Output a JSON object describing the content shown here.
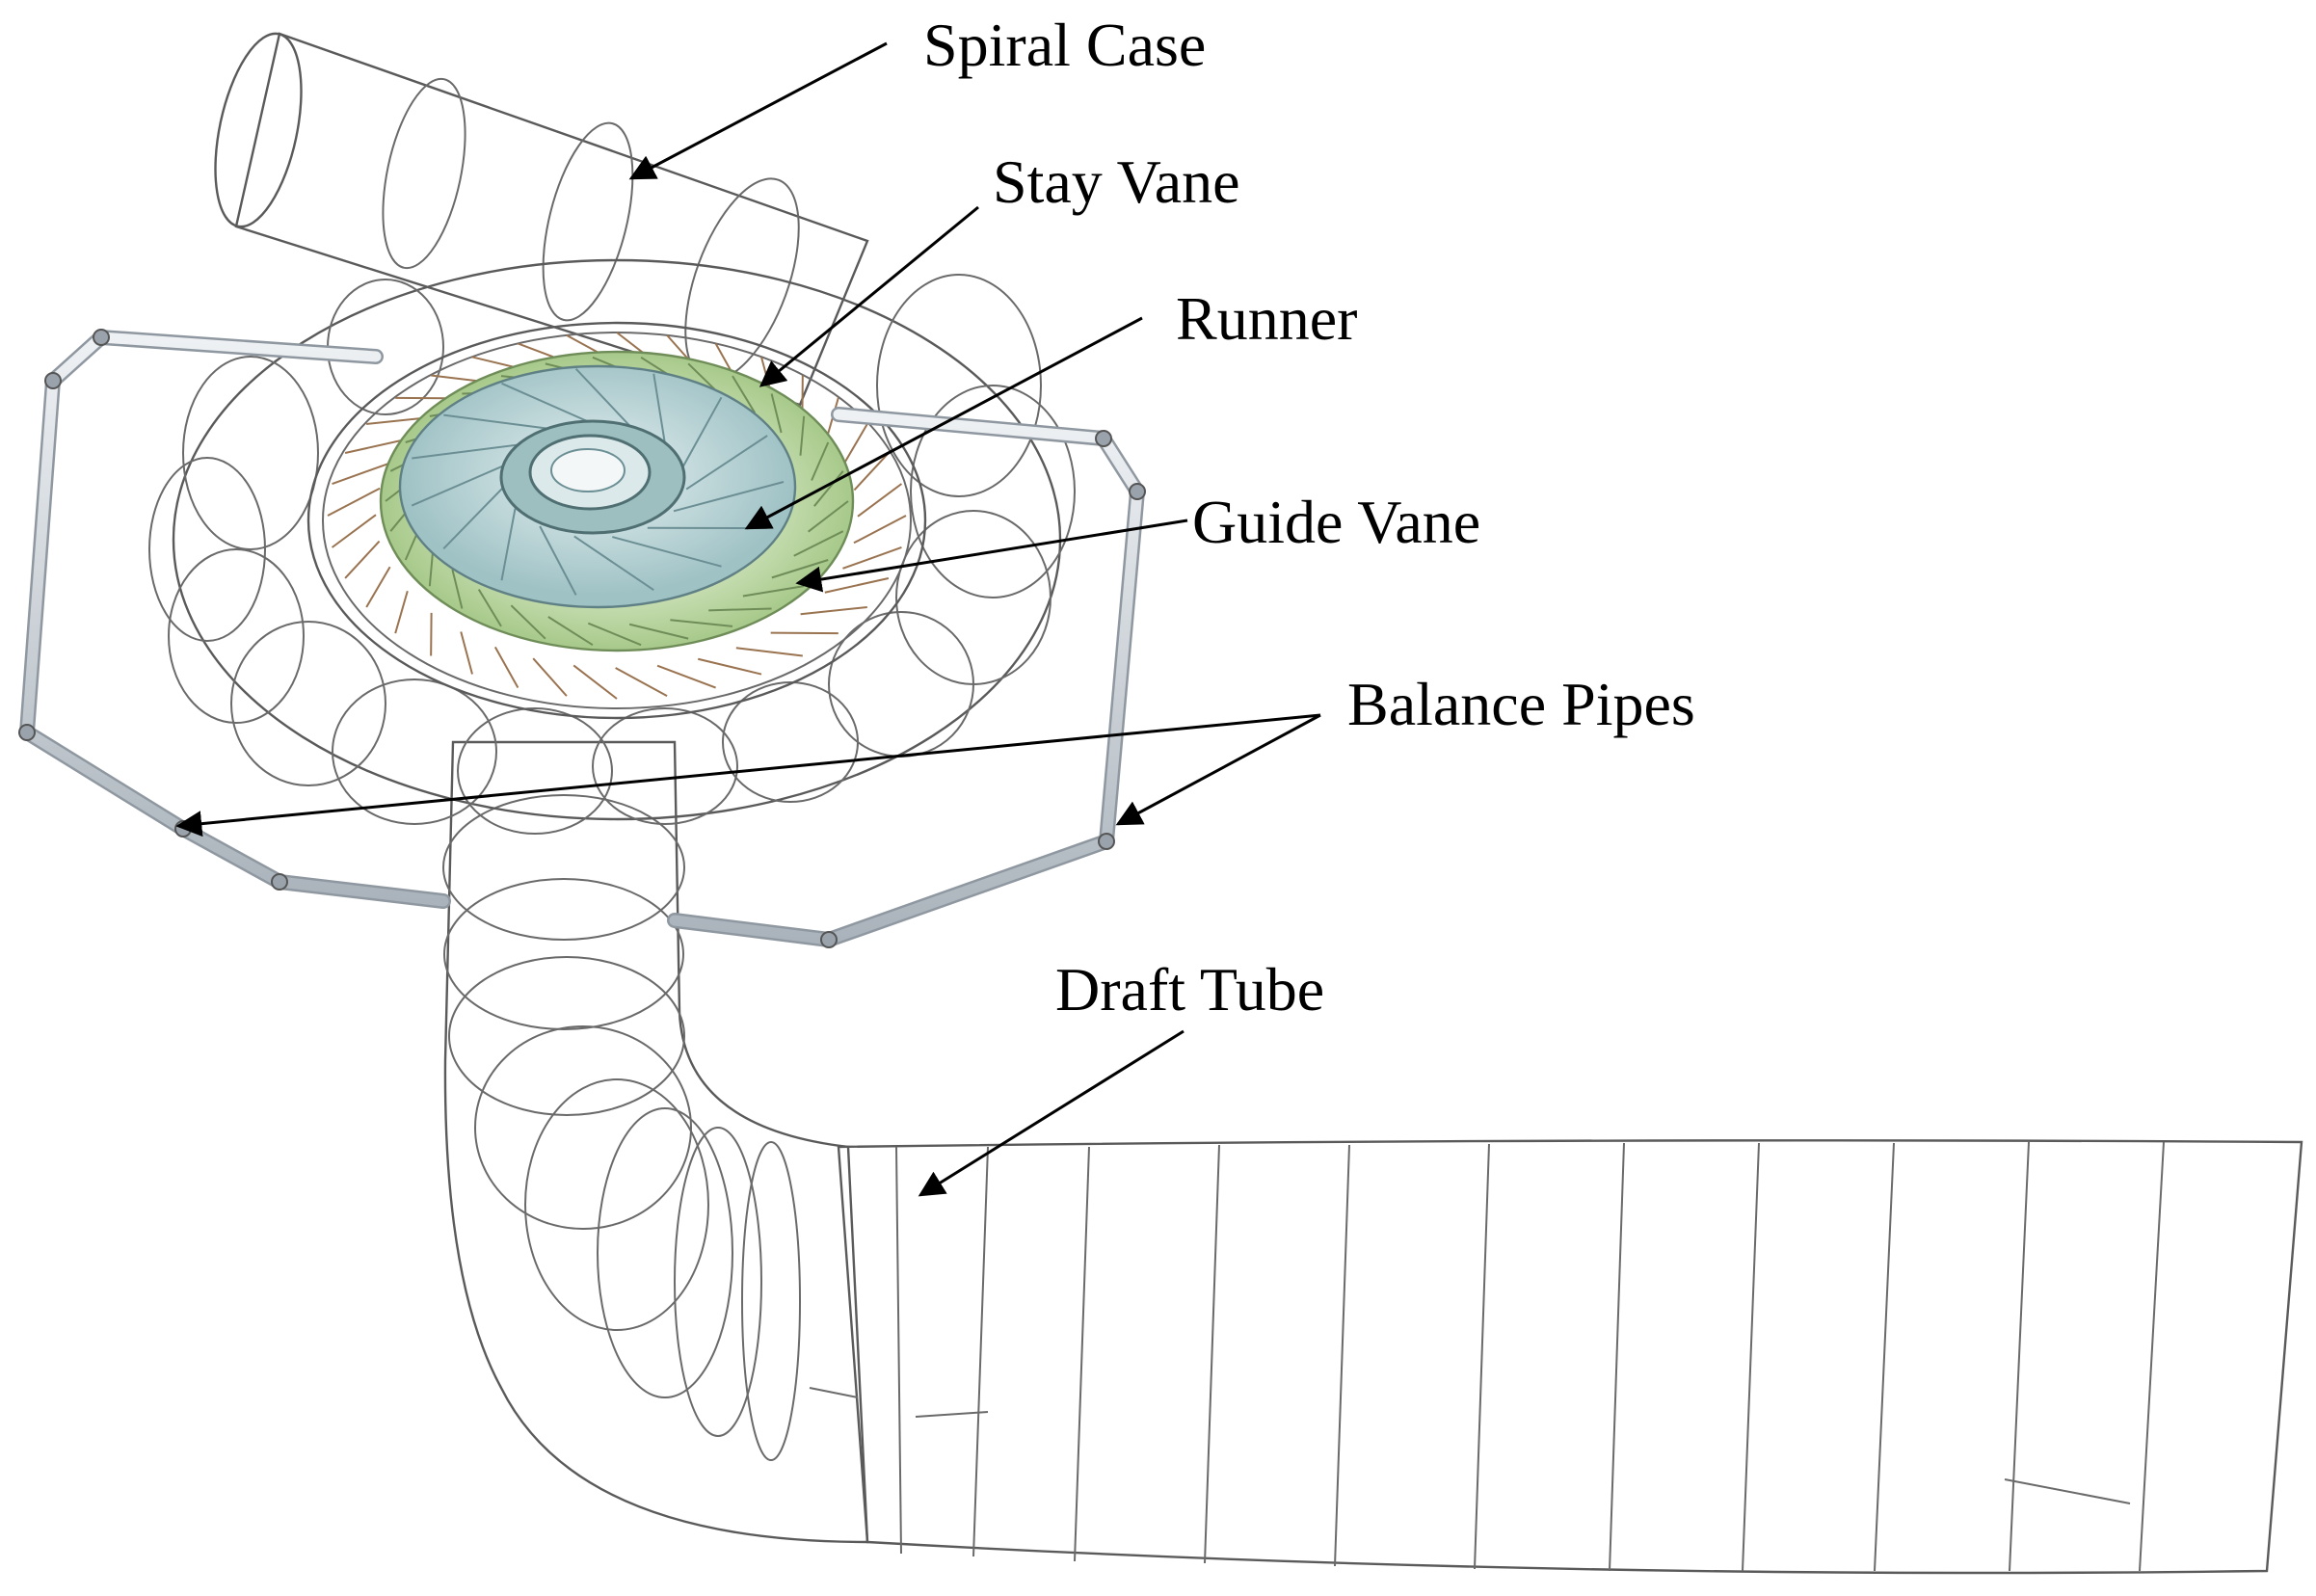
{
  "labels": {
    "spiral_case": "Spiral Case",
    "stay_vane": "Stay Vane",
    "runner": "Runner",
    "guide_vane": "Guide Vane",
    "balance_pipes": "Balance Pipes",
    "draft_tube": "Draft Tube"
  },
  "colors": {
    "casing_light": "#ececec",
    "casing_mid": "#d4d4d4",
    "casing_dark": "#b8b8b8",
    "edge": "#5a5a5a",
    "stay_vane": "#c59a6a",
    "guide_vane": "#b8d49a",
    "runner": "#a9c9cc",
    "pipe": "#c6ccd2"
  }
}
